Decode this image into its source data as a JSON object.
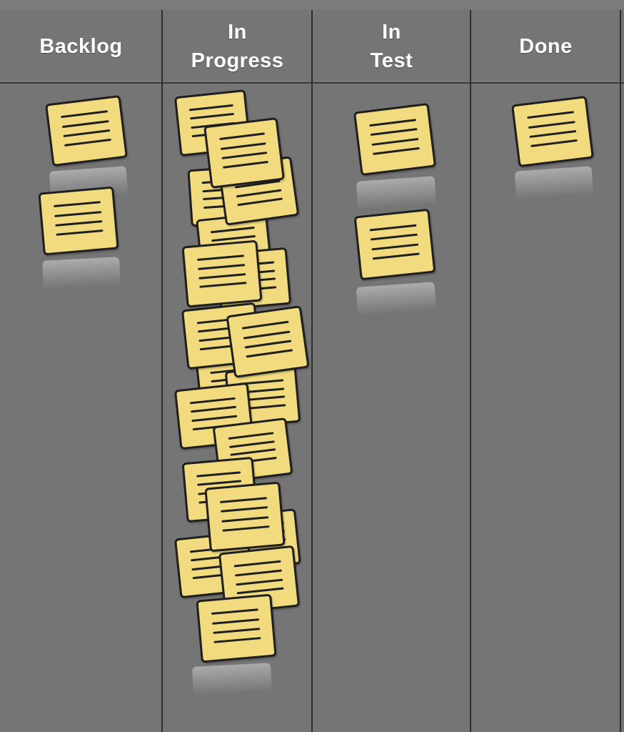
{
  "board": {
    "accent_colors": {
      "background": "#757575",
      "note_fill": "#f1db7e",
      "note_outline": "#1f1f1f",
      "header_text": "#ffffff"
    },
    "columns": [
      {
        "line1": "Backlog",
        "line2": "",
        "card_count": 2
      },
      {
        "line1": "In",
        "line2": "Progress",
        "card_count": 22
      },
      {
        "line1": "In",
        "line2": "Test",
        "card_count": 2
      },
      {
        "line1": "Done",
        "line2": "",
        "card_count": 1
      }
    ],
    "card_icon": "sticky-note-icon"
  }
}
